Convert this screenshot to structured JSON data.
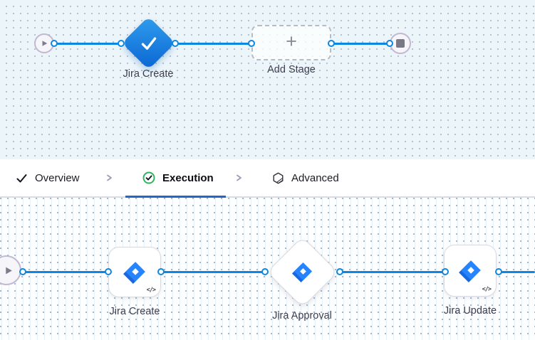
{
  "top_canvas": {
    "stage_label": "Jira Create",
    "add_stage_label": "Add Stage",
    "plus_glyph": "+"
  },
  "tabs": {
    "overview_label": "Overview",
    "execution_label": "Execution",
    "advanced_label": "Advanced",
    "active_tab": "Execution"
  },
  "bottom_canvas": {
    "step1_label": "Jira Create",
    "step2_label": "Jira Approval",
    "step3_label": "Jira Update",
    "code_icon_glyph": "</>"
  },
  "icons": {
    "start_node": "play-icon",
    "end_node": "stop-icon",
    "stage_node": "check-icon",
    "add_stage": "plus-icon",
    "overview_tab": "check-icon",
    "execution_tab": "check-circle-icon",
    "advanced_tab": "hexagon-icon",
    "tab_separator": "chevron-right-icon",
    "step_logo": "jira-logo-icon",
    "step_badge": "code-icon"
  },
  "colors": {
    "connector_blue": "#0C87E2",
    "top_canvas_bg": "#ECF5FA",
    "bottom_canvas_bg": "#FDFEFF",
    "stage_gradient_start": "#2F9DED",
    "stage_gradient_end": "#0B66D3",
    "active_tab_underline": "#2166C9",
    "execution_icon_green": "#28B65A",
    "jira_blue": "#2584FE",
    "jira_dark_blue": "#1558CC",
    "node_border": "#D9DAE1",
    "terminal_node_border": "#C1B8D2"
  }
}
